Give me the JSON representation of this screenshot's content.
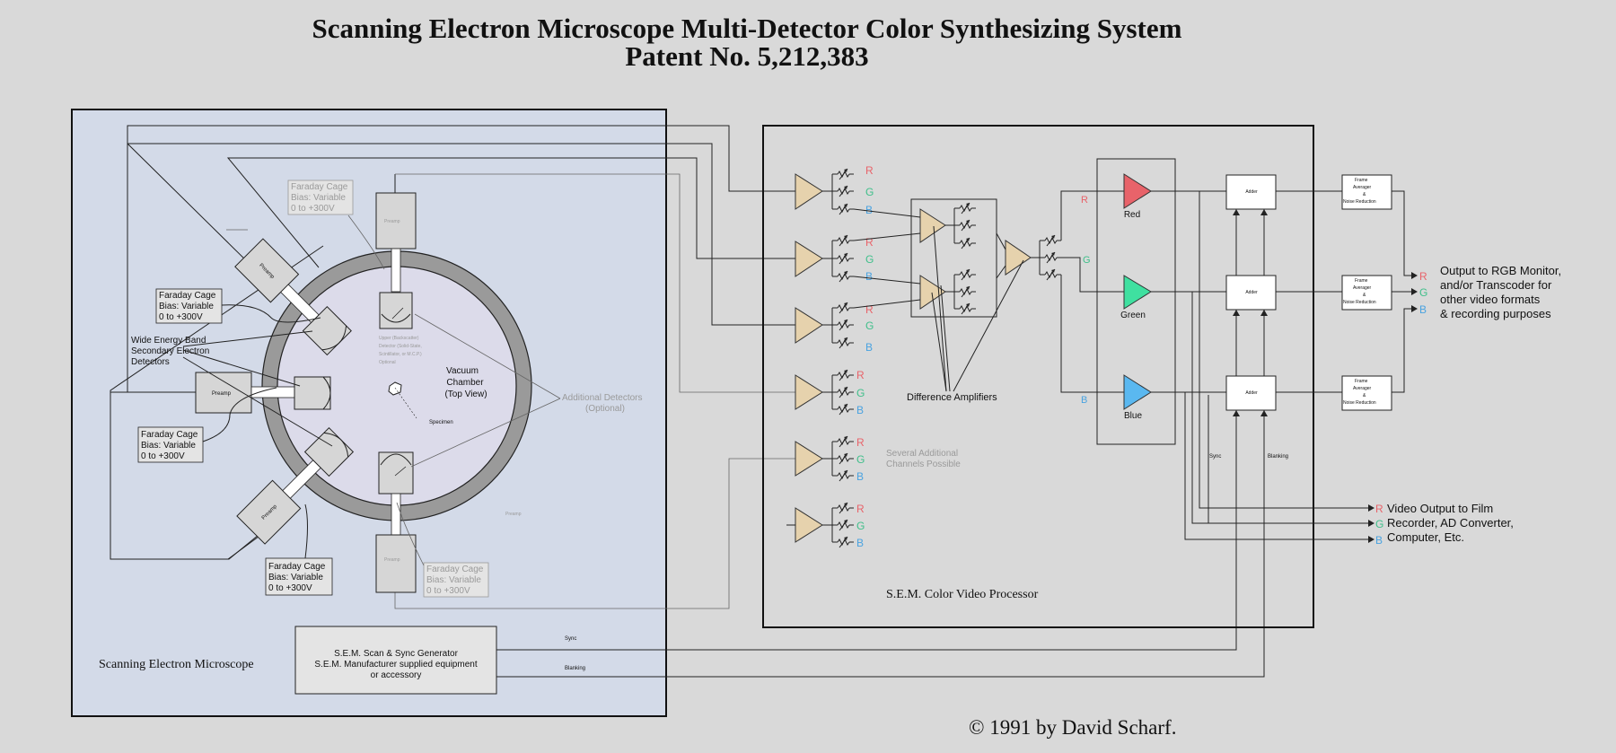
{
  "title": {
    "line1": "Scanning Electron Microscope Multi-Detector Color Synthesizing System",
    "line2": "Patent No. 5,212,383"
  },
  "copyright": "© 1991 by David Scharf.",
  "sem": {
    "label": "Scanning Electron Microscope",
    "chamber_line1": "Vacuum",
    "chamber_line2": "Chamber",
    "chamber_line3": "(Top View)",
    "specimen": "Specimen",
    "preamp": "Preamp",
    "upper_detector": [
      "Upper (Backscatter)",
      "Detector (Solid-State,",
      "Scintillator, or M.C.P.)",
      "Optional"
    ],
    "faraday_cage": [
      "Faraday Cage",
      "Bias:  Variable",
      "0 to +300V"
    ],
    "wide_band": [
      "Wide Energy Band",
      "Secondary Electron",
      "Detectors"
    ],
    "additional_detectors": [
      "Additional Detectors",
      "(Optional)"
    ],
    "scan_gen": [
      "S.E.M.  Scan & Sync Generator",
      "S.E.M. Manufacturer supplied equipment",
      "or accessory"
    ],
    "sync": "Sync",
    "blanking": "Blanking"
  },
  "processor": {
    "label": "S.E.M. Color Video Processor",
    "difference_amplifiers": "Difference  Amplifiers",
    "several_additional": [
      "Several Additional",
      "Channels Possible"
    ],
    "channels": {
      "r": "R",
      "g": "G",
      "b": "B"
    },
    "red": "Red",
    "green": "Green",
    "blue": "Blue",
    "adder": "Adder",
    "frame_avg": [
      "Frame",
      "Averager",
      "&",
      "Noise Reduction"
    ],
    "sync": "Sync",
    "blanking": "Blanking"
  },
  "output_rgb": [
    "Output to RGB Monitor,",
    "and/or Transcoder for",
    "other video formats",
    "& recording purposes"
  ],
  "output_video": [
    "Video Output to  Film",
    "Recorder, AD Converter,",
    "Computer, Etc."
  ],
  "colors": {
    "sem_bg": "#d3dae8",
    "r": "#e8636a",
    "g": "#3fbf8a",
    "b": "#4aa3e0",
    "amp": "#e6d2ad"
  }
}
